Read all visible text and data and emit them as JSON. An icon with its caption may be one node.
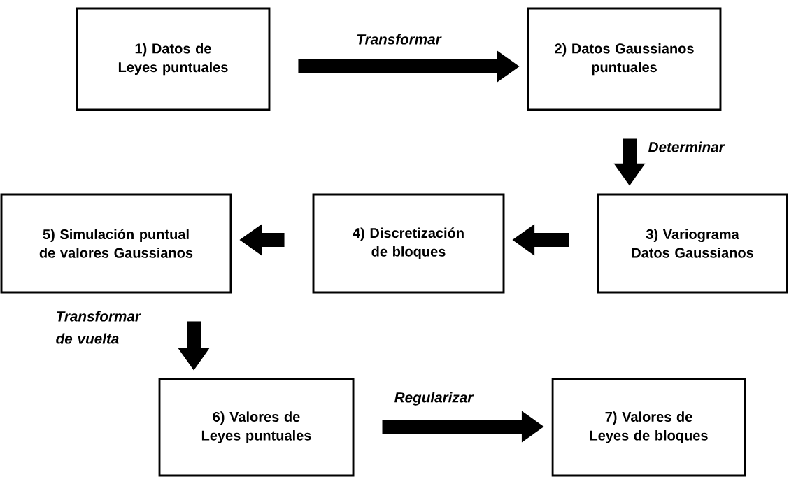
{
  "diagram": {
    "nodes": [
      {
        "text": [
          "1) Datos de Leyes puntuales"
        ]
      },
      {
        "text": [
          "2) Datos Gaussianos puntuales"
        ]
      },
      {
        "text": [
          "3) Variograma Datos Gaussianos"
        ]
      },
      {
        "text": [
          "4) Discretización de bloques"
        ]
      },
      {
        "text": [
          "5) Simulación puntual de valores Gaussianos"
        ]
      },
      {
        "text": [
          "6) Valores de Leyes puntuales"
        ]
      },
      {
        "text": [
          "7) Valores de Leyes de bloques"
        ]
      }
    ],
    "edges": [
      {
        "from": 0,
        "to": 1,
        "arrow": "to",
        "label": "Transformar"
      },
      {
        "from": 1,
        "to": 2,
        "arrow": "to",
        "label": "Determinar"
      },
      {
        "from": 2,
        "to": 3,
        "arrow": "to"
      },
      {
        "from": 3,
        "to": 4,
        "arrow": "to"
      },
      {
        "from": 4,
        "to": 5,
        "arrow": "to",
        "label": "Transformar de vuelta"
      },
      {
        "from": 5,
        "to": 6,
        "arrow": "to",
        "label": "Regularizar"
      }
    ]
  }
}
